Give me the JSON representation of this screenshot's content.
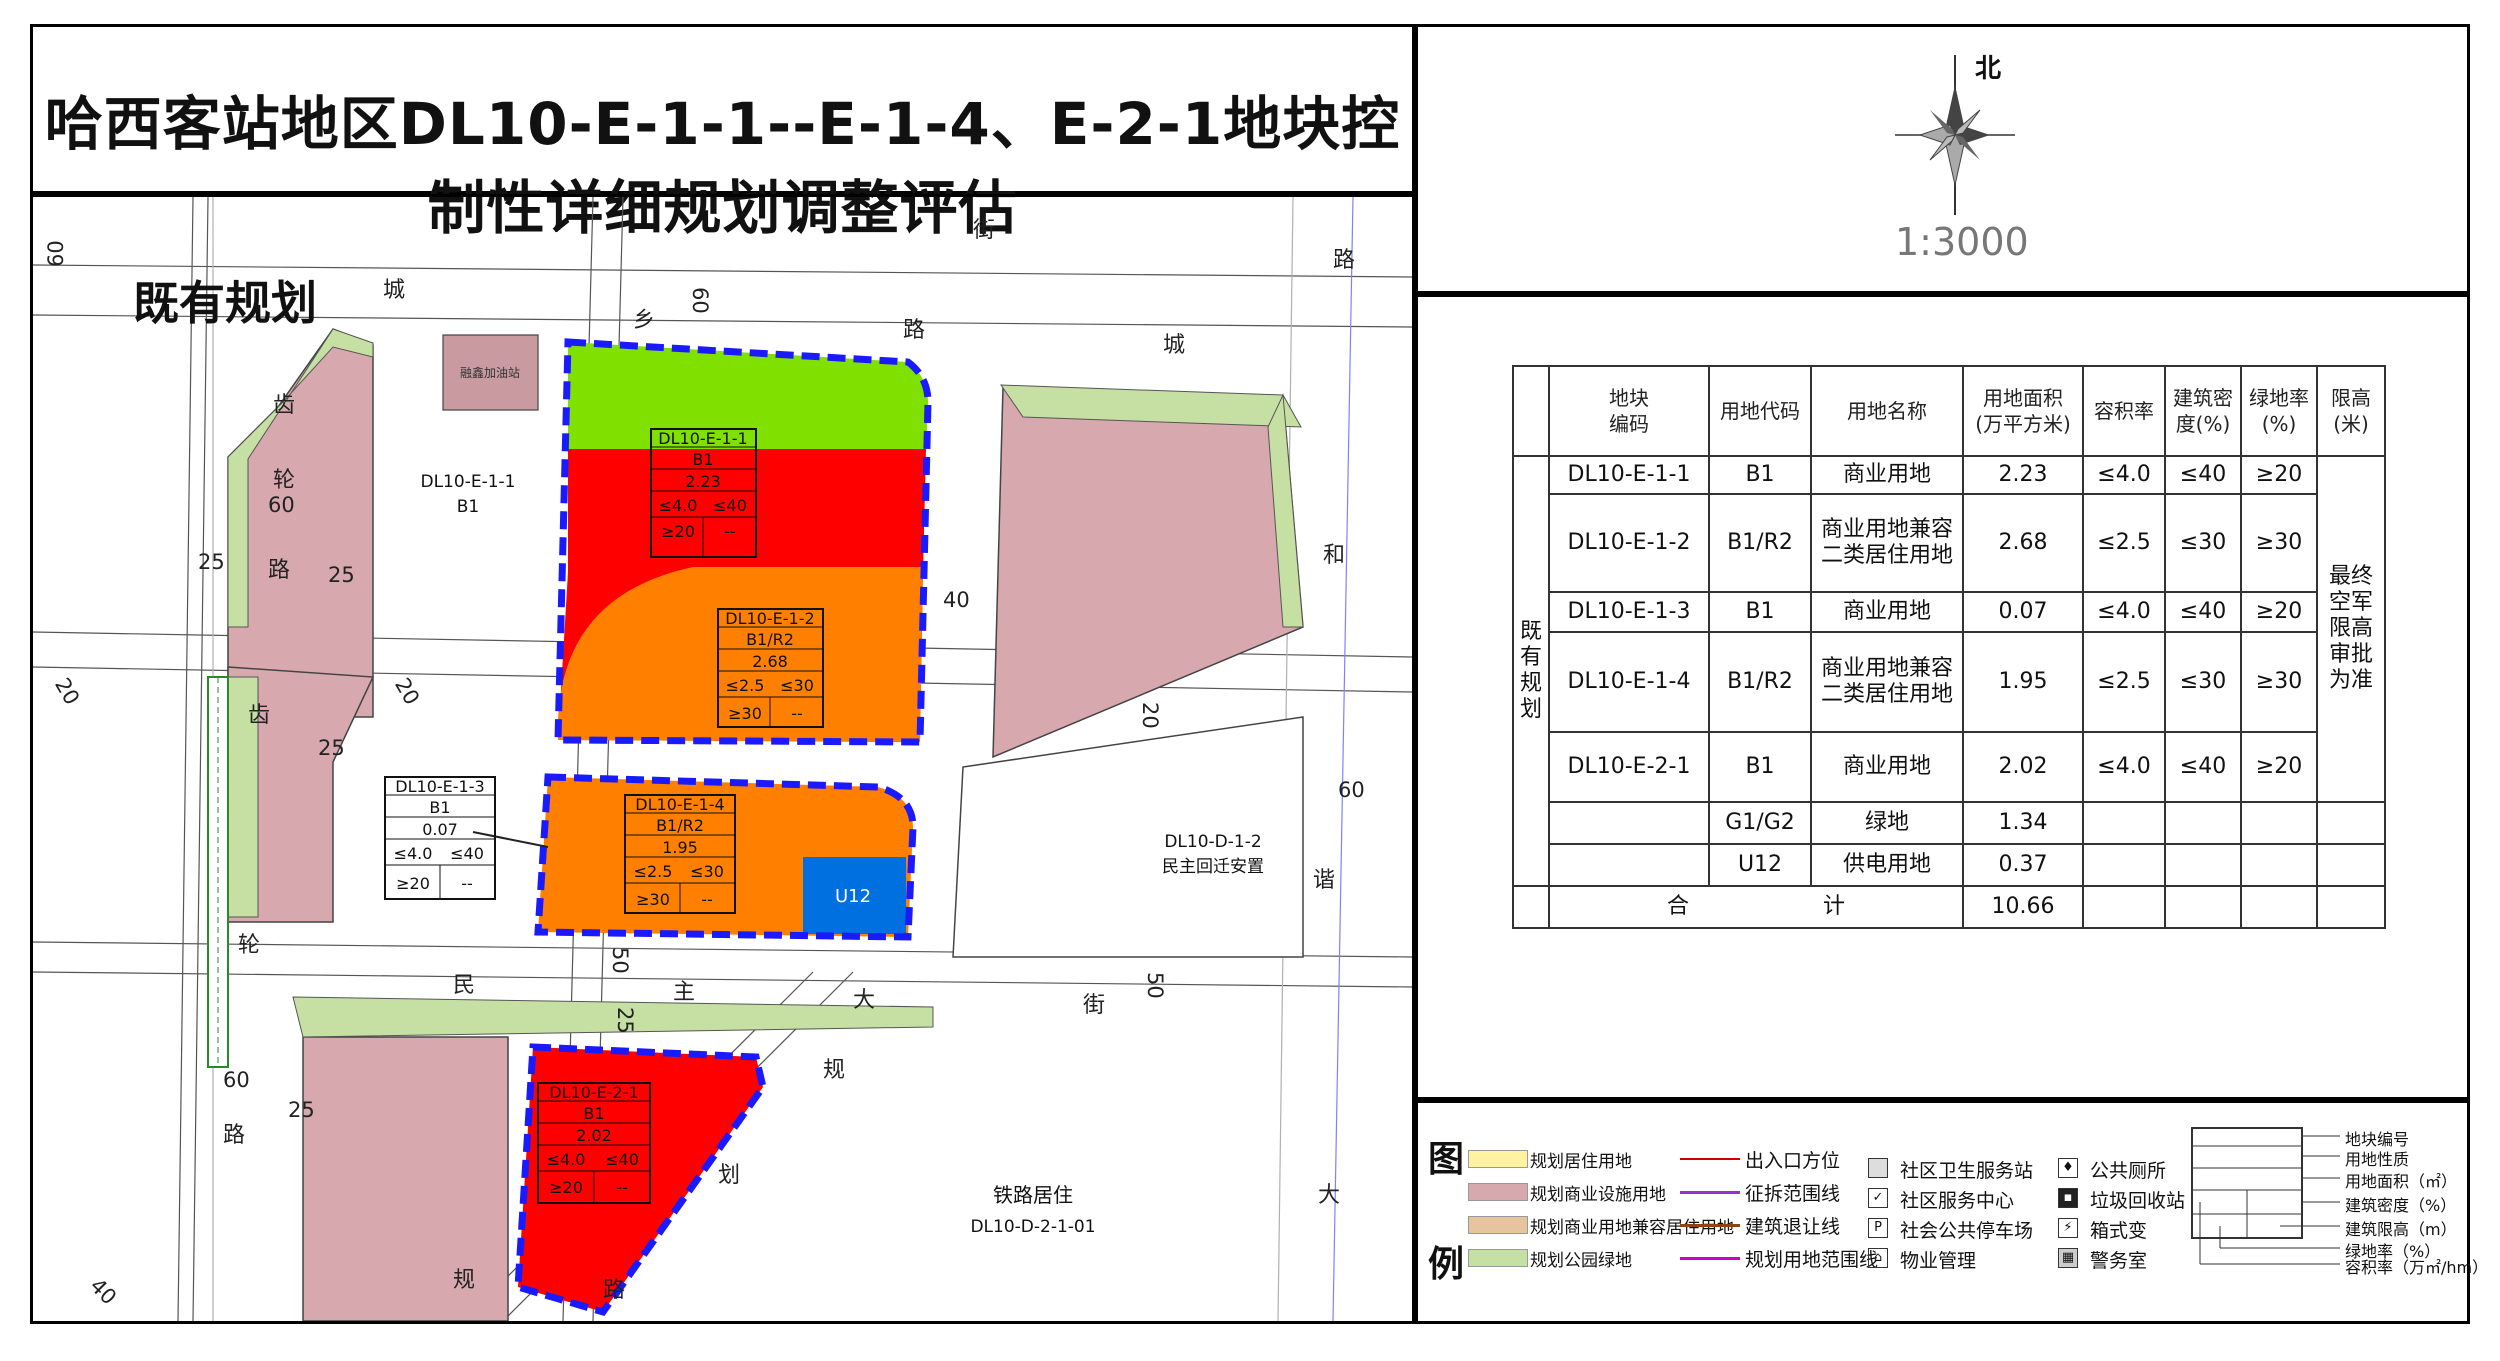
{
  "title": "哈西客站地区DL10-E-1-1--E-1-4、E-2-1地块控制性详细规划调整评估",
  "map": {
    "heading": "既有规划",
    "north_label": "北",
    "scale": "1:3000",
    "street_chars": {
      "c1": "城",
      "c2": "乡",
      "c3": "路",
      "c4": "城",
      "gl1": "齿",
      "gl2": "轮",
      "gl3": "路",
      "gl4": "齿",
      "gl5": "轮",
      "he": "和",
      "xie": "谐",
      "jie": "街",
      "lu": "路",
      "min": "民",
      "zhu": "主",
      "da": "大",
      "jie2": "街",
      "gui1": "规",
      "hua1": "划",
      "lu2": "路",
      "gui2": "规",
      "da2": "大",
      "lu3": "路"
    },
    "widths": {
      "w60a": "60",
      "w25a": "25",
      "w60b": "60",
      "w25b": "25",
      "w20a": "20",
      "w20b": "20",
      "w25c": "25",
      "w60c": "60",
      "w40a": "40",
      "w20c": "20",
      "w60d": "60",
      "w50a": "50",
      "w25d": "25",
      "w50b": "50",
      "w60e": "60",
      "w25e": "25",
      "w40b": "40"
    },
    "gas_station": "融鑫加油站",
    "blocks": {
      "e11": {
        "code": "DL10-E-1-1",
        "use": "B1"
      },
      "d12": {
        "code": "DL10-D-1-2",
        "name": "民主回迁安置"
      },
      "d21": {
        "name": "铁路居住",
        "code": "DL10-D-2-1-01"
      },
      "u12": "U12"
    },
    "labels": {
      "e1_1": {
        "code": "DL10-E-1-1",
        "use": "B1",
        "area": "2.23",
        "far": "≤4.0",
        "density": "≤40",
        "green": "≥20",
        "height": "--"
      },
      "e1_2": {
        "code": "DL10-E-1-2",
        "use": "B1/R2",
        "area": "2.68",
        "far": "≤2.5",
        "density": "≤30",
        "green": "≥30",
        "height": "--"
      },
      "e1_3": {
        "code": "DL10-E-1-3",
        "use": "B1",
        "area": "0.07",
        "far": "≤4.0",
        "density": "≤40",
        "green": "≥20",
        "height": "--"
      },
      "e1_4": {
        "code": "DL10-E-1-4",
        "use": "B1/R2",
        "area": "1.95",
        "far": "≤2.5",
        "density": "≤30",
        "green": "≥30",
        "height": "--"
      },
      "e2_1": {
        "code": "DL10-E-2-1",
        "use": "B1",
        "area": "2.02",
        "far": "≤4.0",
        "density": "≤40",
        "green": "≥20",
        "height": "--"
      }
    },
    "colors": {
      "commercial": "#ff0000",
      "mixed": "#ff8000",
      "green": "#80e000",
      "power": "#0070e0",
      "existing": "#d7a9ae",
      "park": "#c6e0a4",
      "boundary": "#1a1aff"
    }
  },
  "table": {
    "headers": [
      "地块\n编码",
      "用地代码",
      "用地名称",
      "用地面积\n(万平方米)",
      "容积率",
      "建筑密\n度(%)",
      "绿地率\n(%)",
      "限高\n(米)"
    ],
    "side_label": "既有规划",
    "height_limit": "最终空军限高审批为准",
    "rows": [
      {
        "code": "DL10-E-1-1",
        "use_code": "B1",
        "use_name": "商业用地",
        "area": "2.23",
        "far": "≤4.0",
        "density": "≤40",
        "green": "≥20"
      },
      {
        "code": "DL10-E-1-2",
        "use_code": "B1/R2",
        "use_name": "商业用地兼容二类居住用地",
        "area": "2.68",
        "far": "≤2.5",
        "density": "≤30",
        "green": "≥30"
      },
      {
        "code": "DL10-E-1-3",
        "use_code": "B1",
        "use_name": "商业用地",
        "area": "0.07",
        "far": "≤4.0",
        "density": "≤40",
        "green": "≥20"
      },
      {
        "code": "DL10-E-1-4",
        "use_code": "B1/R2",
        "use_name": "商业用地兼容二类居住用地",
        "area": "1.95",
        "far": "≤2.5",
        "density": "≤30",
        "green": "≥30"
      },
      {
        "code": "DL10-E-2-1",
        "use_code": "B1",
        "use_name": "商业用地",
        "area": "2.02",
        "far": "≤4.0",
        "density": "≤40",
        "green": "≥20"
      },
      {
        "code": "",
        "use_code": "G1/G2",
        "use_name": "绿地",
        "area": "1.34",
        "far": "",
        "density": "",
        "green": ""
      },
      {
        "code": "",
        "use_code": "U12",
        "use_name": "供电用地",
        "area": "0.37",
        "far": "",
        "density": "",
        "green": ""
      }
    ],
    "total_label_1": "合",
    "total_label_2": "计",
    "total_area": "10.66"
  },
  "legend": {
    "title_1": "图",
    "title_2": "例",
    "items": {
      "residential": "规划居住用地",
      "commercial": "规划商业设施用地",
      "mixed": "规划商业用地兼容居住用地",
      "park": "规划公园绿地",
      "entrance": "出入口方位",
      "demolition": "征拆范围线",
      "setback": "建筑退让线",
      "boundary": "规划用地范围线",
      "health": "社区卫生服务站",
      "service": "社区服务中心",
      "parking": "社会公共停车场",
      "property": "物业管理",
      "toilet": "公共厕所",
      "recycle": "垃圾回收站",
      "substation": "箱式变",
      "police": "警务室"
    },
    "symbols": {
      "parking": "P"
    },
    "key": [
      "地块编号",
      "用地性质",
      "用地面积（㎡）",
      "建筑密度（%）",
      "建筑限高（m）",
      "绿地率（%）",
      "容积率（万㎡/hm）"
    ]
  }
}
